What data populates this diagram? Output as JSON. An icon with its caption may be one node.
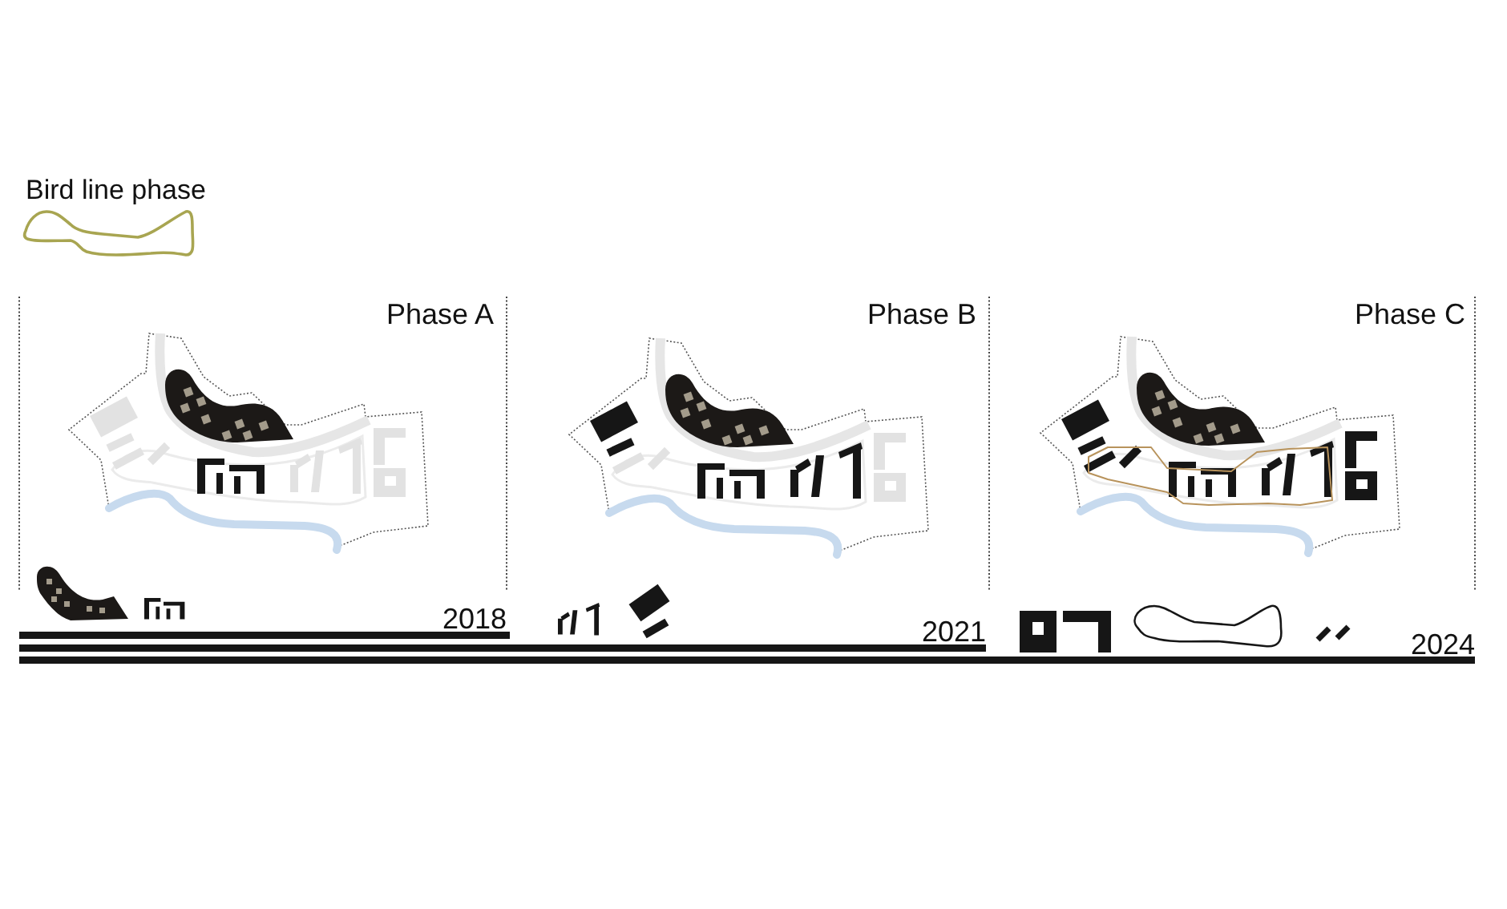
{
  "diagram": {
    "labels": [
      "Phase A",
      "Phase B",
      "Phase C",
      "2018",
      "2021",
      "2024"
    ],
    "legend": [
      {
        "text": "Bird line phase"
      }
    ]
  }
}
